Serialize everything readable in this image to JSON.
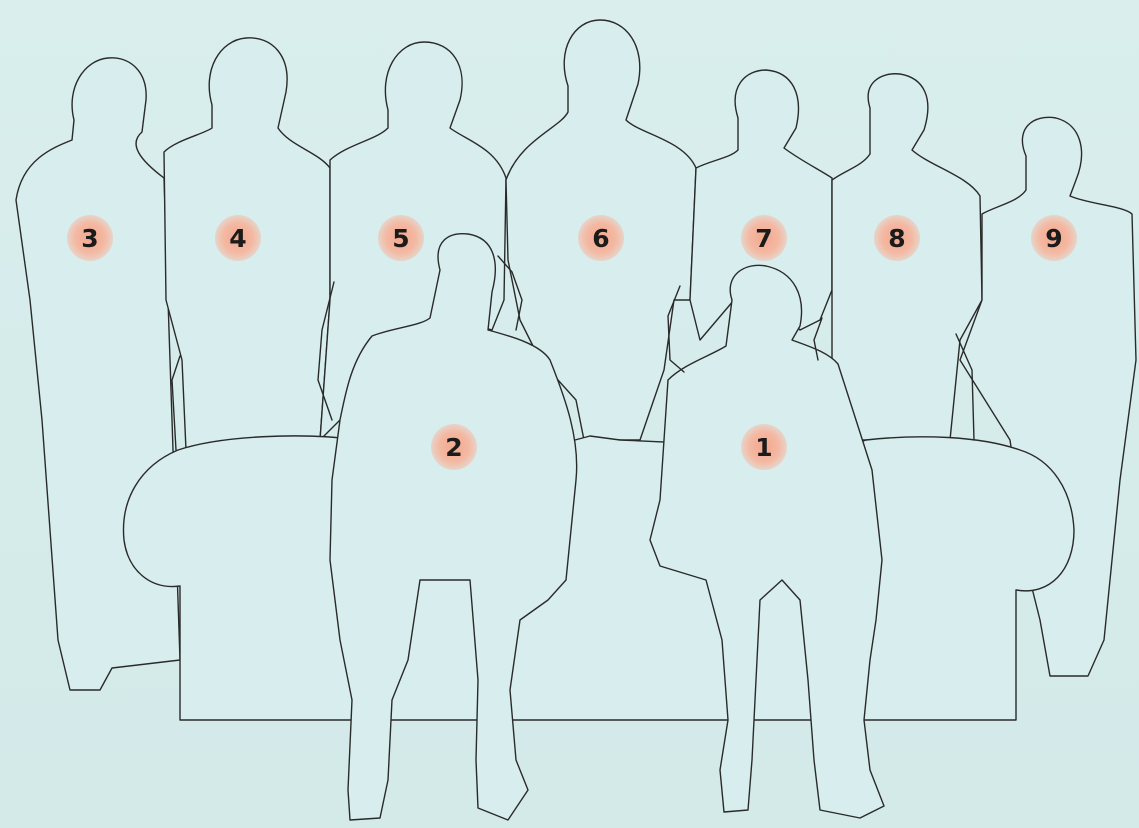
{
  "figure": {
    "background_color": "#d6ebea",
    "marker_color": "#f2a88e",
    "outline_color": "#2a2a2a"
  },
  "markers": {
    "m1": "1",
    "m2": "2",
    "m3": "3",
    "m4": "4",
    "m5": "5",
    "m6": "6",
    "m7": "7",
    "m8": "8",
    "m9": "9"
  }
}
